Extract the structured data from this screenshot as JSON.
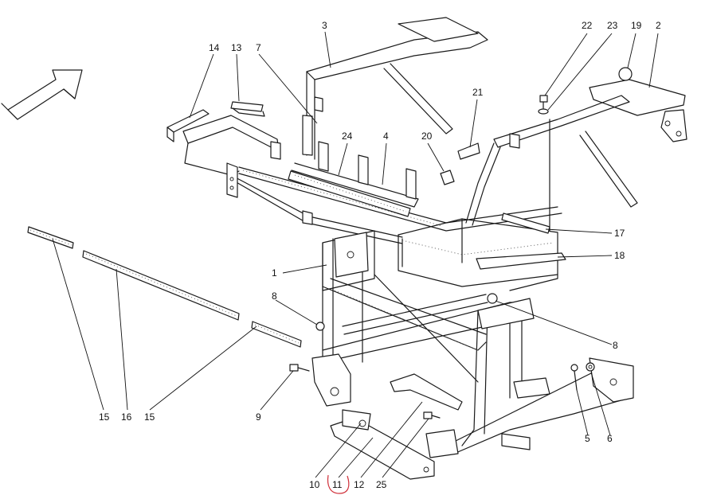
{
  "diagram": {
    "labels": {
      "p1": "1",
      "p2": "2",
      "p3": "3",
      "p4": "4",
      "p5": "5",
      "p6": "6",
      "p7": "7",
      "p8a": "8",
      "p8b": "8",
      "p9": "9",
      "p10": "10",
      "p11": "11",
      "p12": "12",
      "p13": "13",
      "p14": "14",
      "p15a": "15",
      "p15b": "15",
      "p16": "16",
      "p17": "17",
      "p18": "18",
      "p19": "19",
      "p20": "20",
      "p21": "21",
      "p22": "22",
      "p23": "23",
      "p24": "24",
      "p25": "25"
    },
    "highlight_color": "#d0303a",
    "line_color": "#1a1a1a",
    "direction_arrow_icon": "front-direction-arrow"
  }
}
